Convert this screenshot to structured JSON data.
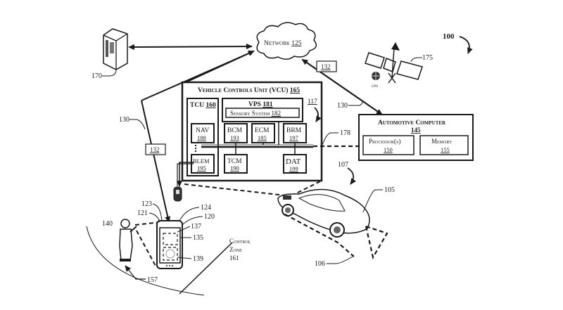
{
  "figure": {
    "ref": "100",
    "network": {
      "label": "Network",
      "ref": "125"
    },
    "server": {
      "ref": "170"
    },
    "satellite": {
      "ref": "175",
      "gps_label": "GPS"
    },
    "links": {
      "wireless_ref": "130",
      "channel_ref": "132",
      "bus_ref": "178",
      "arrow_ref": "117",
      "signal_ref": "107"
    },
    "vcu": {
      "label": "Vehicle Controls Unit (VCU)",
      "ref": "165",
      "tcu": {
        "label": "TCU",
        "ref": "160"
      },
      "vps": {
        "label": "VPS",
        "ref": "181"
      },
      "sensory": {
        "label": "Sensory System",
        "ref": "182"
      },
      "modules": [
        {
          "name": "NAV",
          "ref": "188"
        },
        {
          "name": "BCM",
          "ref": "193"
        },
        {
          "name": "ECM",
          "ref": "185"
        },
        {
          "name": "BRM",
          "ref": "197"
        },
        {
          "name": "BLEM",
          "ref": "195"
        },
        {
          "name": "TCM",
          "ref": "190"
        },
        {
          "name": "DAT",
          "ref": "199"
        }
      ]
    },
    "automotive_computer": {
      "label": "Automotive Computer",
      "ref": "145",
      "processor": {
        "label": "Processor(s)",
        "ref": "150"
      },
      "memory": {
        "label": "Memory",
        "ref": "155"
      }
    },
    "vehicle": {
      "ref": "105",
      "zone_ref": "106"
    },
    "user": {
      "ref": "140",
      "path_ref": "157"
    },
    "mobile": {
      "refs": {
        "a": "123",
        "b": "124",
        "c": "121",
        "d": "120",
        "e": "137",
        "f": "135",
        "g": "139"
      }
    },
    "control_zone": {
      "line1": "Control",
      "line2": "Zone",
      "ref": "161"
    }
  }
}
